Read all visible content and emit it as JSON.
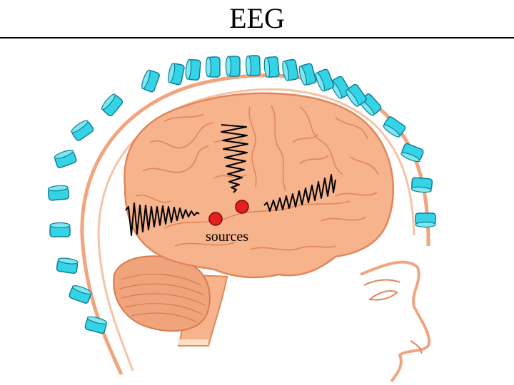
{
  "title": "EEG",
  "labels": {
    "sources": "sources"
  },
  "colors": {
    "brain_fill": "#f6b38c",
    "brain_line": "#e2865a",
    "head_outline": "#f0a57e",
    "electrode_fill": "#35d3e6",
    "electrode_stroke": "#0e7f96",
    "source_dot": "#e61e1e",
    "wave": "#000000"
  },
  "electrode_count": 26,
  "source_count": 2
}
